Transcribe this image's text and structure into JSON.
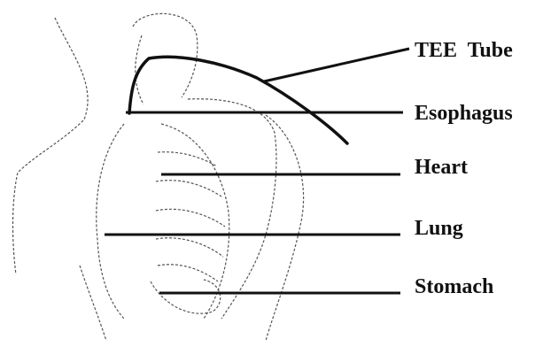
{
  "diagram": {
    "subject": "TEE anatomical schematic",
    "colors": {
      "ink": "#111111",
      "sketch": "#555555",
      "background": "#ffffff"
    },
    "labels": {
      "tee_tube": "TEE  Tube",
      "esophagus": "Esophagus",
      "heart": "Heart",
      "lung": "Lung",
      "stomach": "Stomach"
    }
  }
}
